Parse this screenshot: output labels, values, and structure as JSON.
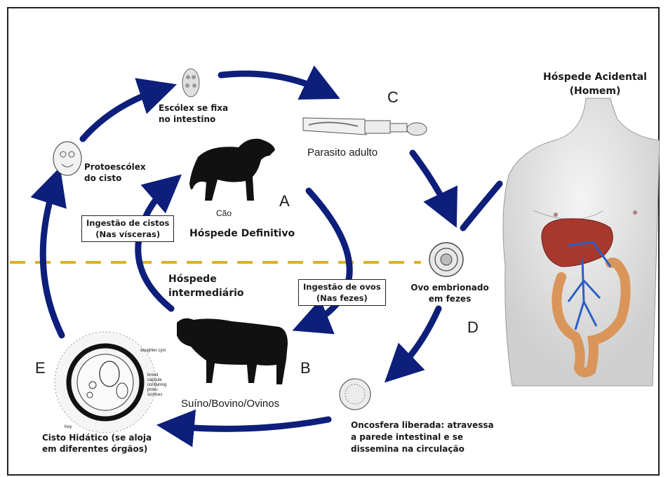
{
  "top_right": {
    "title_line1": "Hóspede Acidental",
    "title_line2": "(Homem)"
  },
  "stages": {
    "scolex": {
      "line1": "Escólex se fixa",
      "line2": "no intestino"
    },
    "protoscolex": {
      "line1": "Protoescólex",
      "line2": "do cisto"
    },
    "adult": "Parasito adulto",
    "egg": {
      "line1": "Ovo embrionado",
      "line2": "em fezes"
    },
    "oncosphere": {
      "line1": "Oncosfera liberada: atravessa",
      "line2": "a parede intestinal e se",
      "line3": "dissemina na circulação"
    },
    "cyst": {
      "line1": "Cisto Hidático (se aloja",
      "line2": "em diferentes órgãos)"
    }
  },
  "hosts": {
    "dog_label": "Cão",
    "definitive": "Hóspede Definitivo",
    "intermediate_line1": "Hóspede",
    "intermediate_line2": "intermediário",
    "cattle_label": "Suíno/Bovino/Ovinos"
  },
  "boxes": {
    "cyst_ingestion": {
      "line1": "Ingestão de cistos",
      "line2": "(Nas vísceras)"
    },
    "egg_ingestion": {
      "line1": "Ingestão de ovos",
      "line2": "(Nas fezes)"
    }
  },
  "cyst_callouts": {
    "daughter": "daughter cyst",
    "brood_line1": "brood",
    "brood_line2": "capsule",
    "brood_line3": "containing",
    "brood_line4": "proto-",
    "brood_line5": "scolices",
    "key": "Key"
  },
  "letters": {
    "a": "A",
    "b": "B",
    "c": "C",
    "d": "D",
    "e": "E"
  },
  "colors": {
    "arrow": "#0d1f7a",
    "divider": "#e0b020",
    "liver": "#a8382e",
    "intestine": "#d9955a",
    "vessels": "#2a5fc8",
    "skin": "#e6e6e6"
  }
}
